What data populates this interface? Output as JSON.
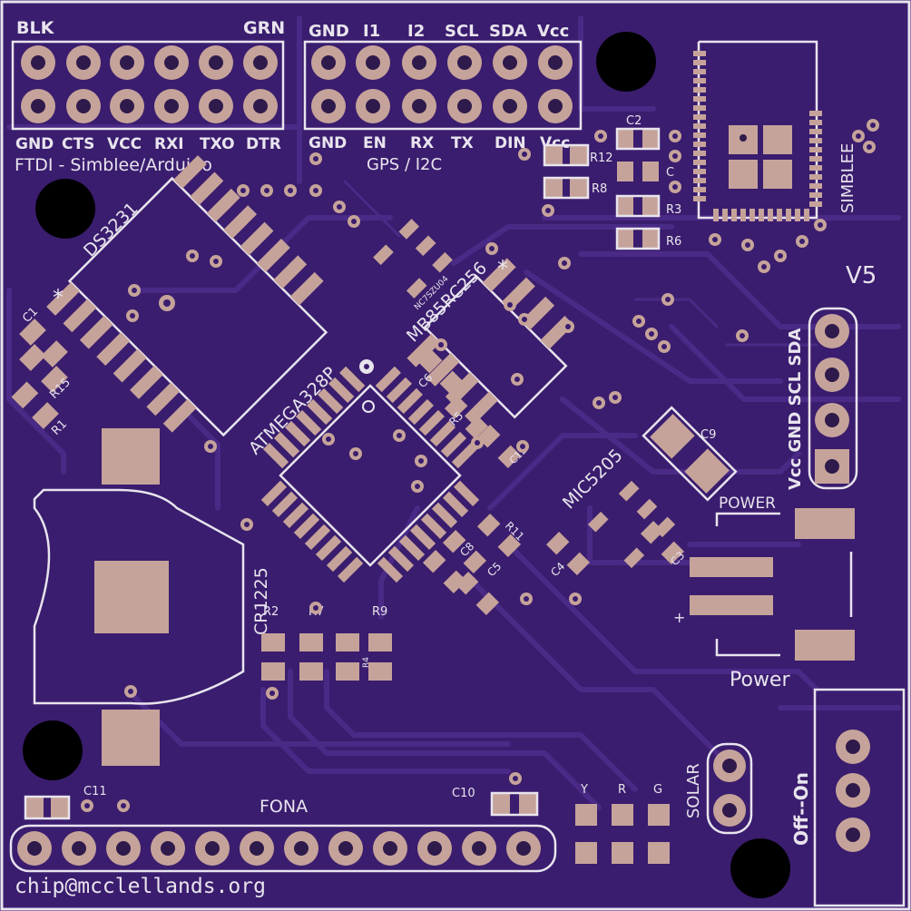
{
  "ftdi": {
    "top_left": "BLK",
    "top_right": "GRN",
    "pins": [
      "GND",
      "CTS",
      "VCC",
      "RXI",
      "TXO",
      "DTR"
    ],
    "title": "FTDI - Simblee/Arduino"
  },
  "gps": {
    "top_pins": [
      "GND",
      "I1",
      "I2",
      "SCL",
      "SDA",
      "Vcc"
    ],
    "bottom_pins": [
      "GND",
      "EN",
      "RX",
      "TX",
      "DIN",
      "Vcc"
    ],
    "title": "GPS / I2C"
  },
  "parts": {
    "ds3231": "DS3231",
    "atmega": "ATMEGA328P",
    "mb85": "MB85RC256",
    "nc7": "NC7SZU04",
    "mic": "MIC5205",
    "simblee": "SIMBLEE",
    "cr": "CR1225",
    "fona": "FONA",
    "solar": "SOLAR",
    "switch": "Off--On",
    "power_top": "POWER",
    "power": "Power",
    "version": "V5",
    "email": "chip@mcclellands.org",
    "i2c_header": "Vcc GND SCL SDA",
    "plus": "+",
    "star": "*"
  },
  "refs": {
    "c1": "C1",
    "r15": "R15",
    "r1": "R1",
    "c2": "C2",
    "r12": "R12",
    "r8": "R8",
    "r3": "R3",
    "r6": "R6",
    "c_small": "C",
    "c6": "C6",
    "r5": "R5",
    "c12": "C12",
    "c9": "C9",
    "c8": "C8",
    "c5": "C5",
    "r11": "R11",
    "c4": "C4",
    "c3": "C3",
    "r2": "R2",
    "r7": "R7",
    "r9": "R9",
    "r4": "R4",
    "c11": "C11",
    "c10": "C10"
  },
  "leds": {
    "y": "Y",
    "r": "R",
    "g": "G"
  },
  "colors": {
    "board": "#3a1d6e",
    "copper": "#4a2a86",
    "pad": "#c6a39a",
    "silkscreen": "#e8e4ee"
  }
}
